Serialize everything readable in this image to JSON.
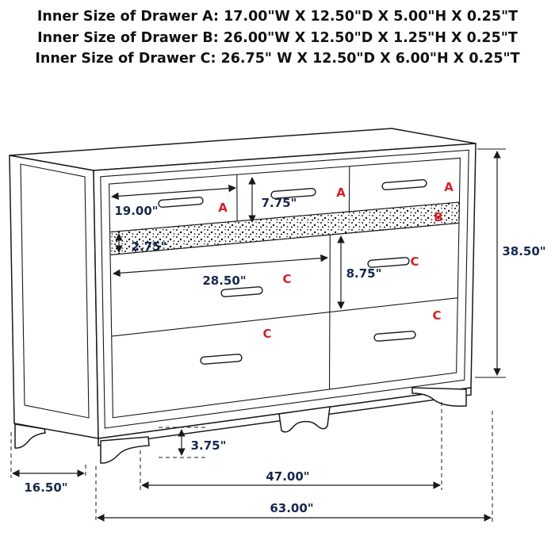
{
  "title_lines": [
    "Inner Size of Drawer A: 17.00\"W X 12.50\"D X 5.00\"H X 0.25\"T",
    "Inner Size of Drawer B: 26.00\"W X 12.50\"D X 1.25\"H X 0.25\"T",
    "Inner Size of Drawer C: 26.75\" W X 12.50\"D X 6.00\"H X 0.25\"T"
  ],
  "drawer_labels": {
    "a1": "A",
    "a2": "A",
    "a3": "A",
    "b": "B",
    "c_left_top": "C",
    "c_left_bottom": "C",
    "c_right_top": "C",
    "c_right_bottom": "C"
  },
  "dimensions": {
    "drawer_a_width": "19.00\"",
    "drawer_a_height": "7.75\"",
    "drawer_b_height": "2.75\"",
    "drawer_c_width": "28.50\"",
    "drawer_c_height": "8.75\"",
    "overall_height": "38.50\"",
    "base_height": "3.75\"",
    "side_depth": "16.50\"",
    "leg_span": "47.00\"",
    "overall_width": "63.00\""
  },
  "colors": {
    "label_red": "#d61f26",
    "dimension_navy": "#16284c",
    "line": "#1a1a1a"
  }
}
